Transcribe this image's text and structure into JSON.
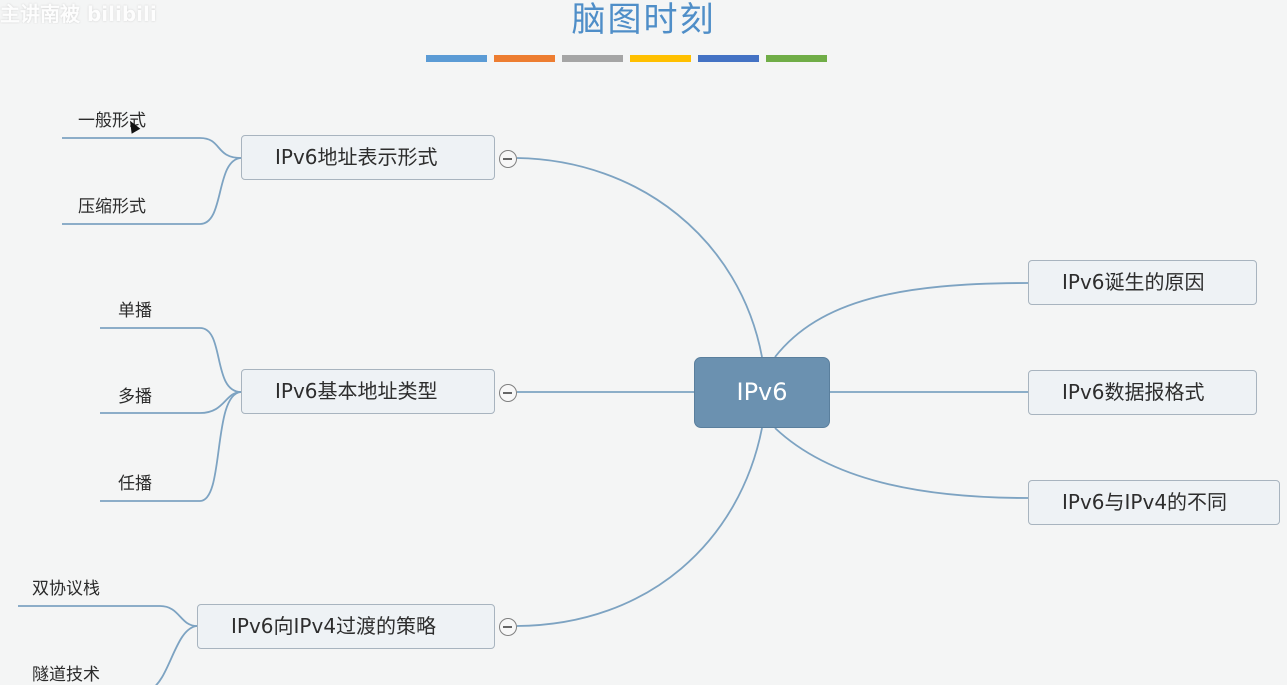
{
  "watermark": "主讲南被 bilibili",
  "title": "脑图时刻",
  "palette": [
    "#5b9bd5",
    "#ed7d31",
    "#a5a5a5",
    "#ffc000",
    "#4472c4",
    "#70ad47"
  ],
  "root": "IPv6",
  "left_branches": [
    {
      "label": "IPv6地址表示形式",
      "children": [
        "一般形式",
        "压缩形式"
      ]
    },
    {
      "label": "IPv6基本地址类型",
      "children": [
        "单播",
        "多播",
        "任播"
      ]
    },
    {
      "label": "IPv6向IPv4过渡的策略",
      "children": [
        "双协议栈",
        "隧道技术"
      ]
    }
  ],
  "right_branches": [
    "IPv6诞生的原因",
    "IPv6数据报格式",
    "IPv6与IPv4的不同"
  ]
}
